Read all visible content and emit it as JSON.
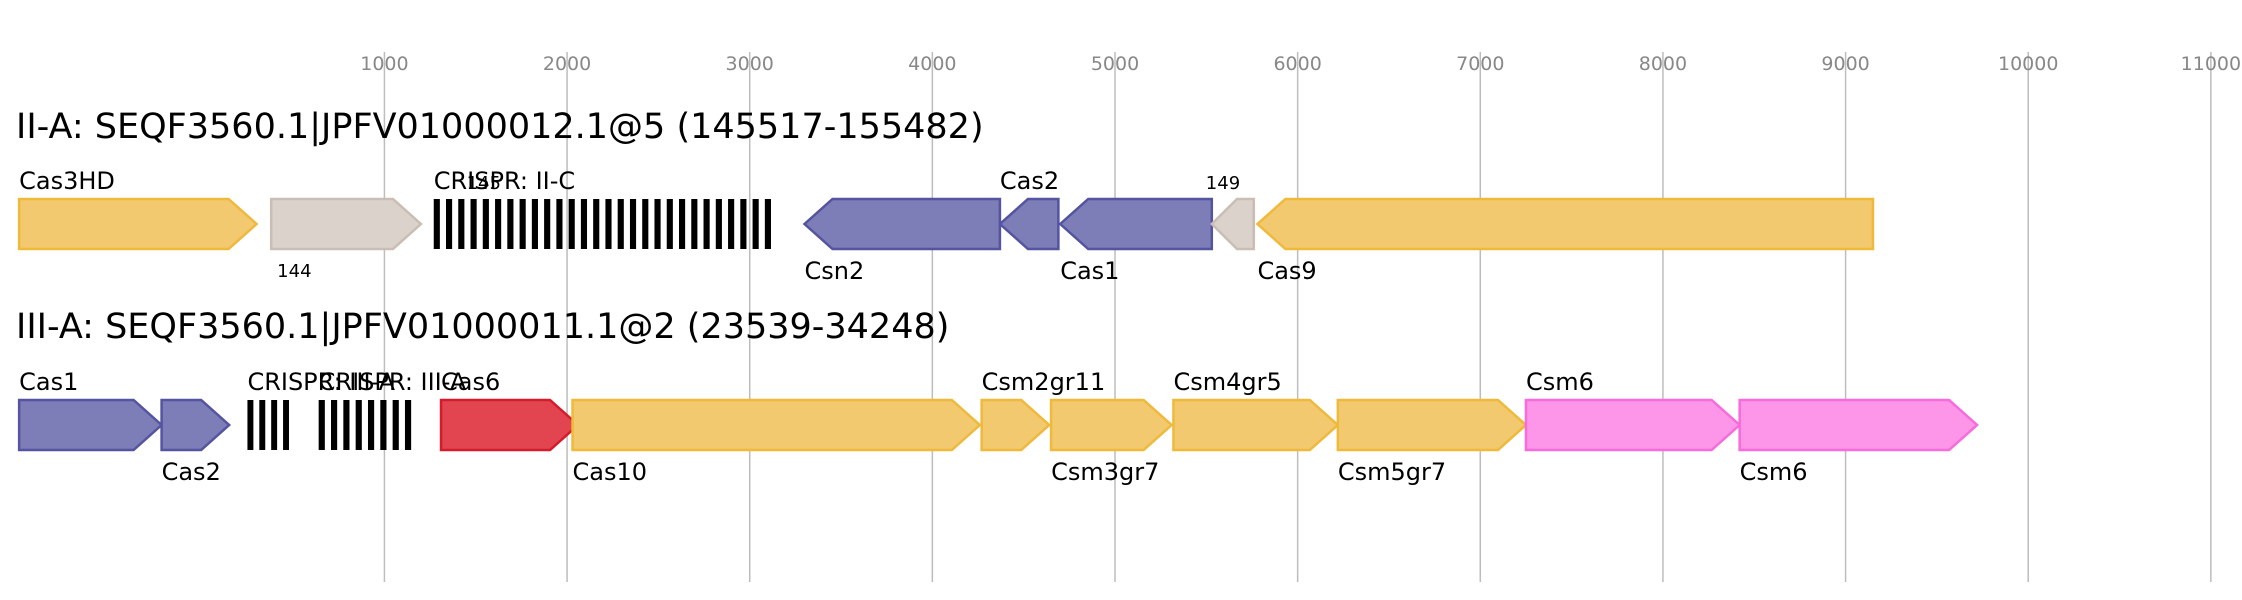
{
  "axis": {
    "ticks": [
      1000,
      2000,
      3000,
      4000,
      5000,
      6000,
      7000,
      8000,
      9000,
      10000,
      11000
    ],
    "domain": [
      -1050,
      11050
    ]
  },
  "colors": {
    "yellow": "#f2c96e",
    "yellow_stroke": "#efb93b",
    "purple": "#7d7db8",
    "purple_stroke": "#5454a0",
    "gray": "#dbd2cc",
    "gray_stroke": "#c9bdb4",
    "red": "#e24450",
    "red_stroke": "#d41c2c",
    "pink": "#fd95e8",
    "pink_stroke": "#f86bdb",
    "crispr": "#000000"
  },
  "tracks": [
    {
      "title": "II-A: SEQF3560.1|JPFV01000012.1@5 (145517-155482)",
      "features": [
        {
          "kind": "gene",
          "label": "Cas3HD",
          "start": -1000,
          "end": 300,
          "strand": "+",
          "color": "yellow",
          "label_pos": "above"
        },
        {
          "kind": "gene",
          "label": "144",
          "start": 380,
          "end": 1200,
          "strand": "+",
          "color": "gray",
          "label_pos": "below",
          "small": true
        },
        {
          "kind": "crispr",
          "label": "CRISPR: II-C",
          "start": 1270,
          "end": 3150,
          "repeats": 28
        },
        {
          "kind": "label",
          "label": "145",
          "pos": 1450,
          "small": true
        },
        {
          "kind": "gene",
          "label": "Csn2",
          "start": 3300,
          "end": 4370,
          "strand": "-",
          "color": "purple",
          "label_pos": "below"
        },
        {
          "kind": "gene",
          "label": "Cas2",
          "start": 4370,
          "end": 4690,
          "strand": "-",
          "color": "purple",
          "label_pos": "above"
        },
        {
          "kind": "gene",
          "label": "Cas1",
          "start": 4700,
          "end": 5530,
          "strand": "-",
          "color": "purple",
          "label_pos": "below"
        },
        {
          "kind": "gene",
          "label": "149",
          "start": 5530,
          "end": 5760,
          "strand": "-",
          "color": "gray",
          "label_pos": "above",
          "small": true
        },
        {
          "kind": "gene",
          "label": "Cas9",
          "start": 5780,
          "end": 9150,
          "strand": "-",
          "color": "yellow",
          "label_pos": "below"
        }
      ]
    },
    {
      "title": "III-A: SEQF3560.1|JPFV01000011.1@2 (23539-34248)",
      "features": [
        {
          "kind": "gene",
          "label": "Cas1",
          "start": -1000,
          "end": -220,
          "strand": "+",
          "color": "purple",
          "label_pos": "above"
        },
        {
          "kind": "gene",
          "label": "Cas2",
          "start": -220,
          "end": 150,
          "strand": "+",
          "color": "purple",
          "label_pos": "below"
        },
        {
          "kind": "crispr",
          "label": "CRISPR: III-A",
          "start": 250,
          "end": 510,
          "repeats": 4
        },
        {
          "kind": "crispr",
          "label": "CRISPR: III-A",
          "start": 640,
          "end": 1180,
          "repeats": 8
        },
        {
          "kind": "gene",
          "label": "Cas6",
          "start": 1310,
          "end": 2060,
          "strand": "+",
          "color": "red",
          "label_pos": "above"
        },
        {
          "kind": "gene",
          "label": "Cas10",
          "start": 2030,
          "end": 4260,
          "strand": "+",
          "color": "yellow",
          "label_pos": "below"
        },
        {
          "kind": "gene",
          "label": "Csm2gr11",
          "start": 4270,
          "end": 4640,
          "strand": "+",
          "color": "yellow",
          "label_pos": "above"
        },
        {
          "kind": "gene",
          "label": "Csm3gr7",
          "start": 4650,
          "end": 5310,
          "strand": "+",
          "color": "yellow",
          "label_pos": "below"
        },
        {
          "kind": "gene",
          "label": "Csm4gr5",
          "start": 5320,
          "end": 6220,
          "strand": "+",
          "color": "yellow",
          "label_pos": "above"
        },
        {
          "kind": "gene",
          "label": "Csm5gr7",
          "start": 6220,
          "end": 7250,
          "strand": "+",
          "color": "yellow",
          "label_pos": "below"
        },
        {
          "kind": "gene",
          "label": "Csm6",
          "start": 7250,
          "end": 8420,
          "strand": "+",
          "color": "pink",
          "label_pos": "above"
        },
        {
          "kind": "gene",
          "label": "Csm6",
          "start": 8420,
          "end": 9720,
          "strand": "+",
          "color": "pink",
          "label_pos": "below"
        }
      ]
    }
  ]
}
